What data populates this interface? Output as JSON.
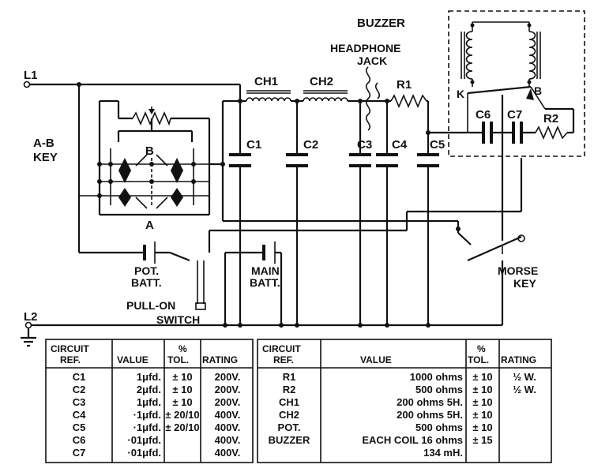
{
  "labels": {
    "l1": "L1",
    "l2": "L2",
    "ab_key_1": "A-B",
    "ab_key_2": "KEY",
    "key_b": "B",
    "key_a": "A",
    "buzzer": "BUZZER",
    "headphone_1": "HEADPHONE",
    "headphone_2": "JACK",
    "ch1": "CH1",
    "ch2": "CH2",
    "r1": "R1",
    "r2": "R2",
    "c1": "C1",
    "c2": "C2",
    "c3": "C3",
    "c4": "C4",
    "c5": "C5",
    "c6": "C6",
    "c7": "C7",
    "buzzer_k": "K",
    "buzzer_b": "B",
    "pot_batt_1": "POT.",
    "pot_batt_2": "BATT.",
    "main_batt_1": "MAIN",
    "main_batt_2": "BATT.",
    "pull_on_1": "PULL-ON",
    "pull_on_2": "SWITCH",
    "morse_1": "MORSE",
    "morse_2": "KEY"
  },
  "table_left": {
    "headers": {
      "ref_1": "CIRCUIT",
      "ref_2": "REF.",
      "value": "VALUE",
      "tol_1": "%",
      "tol_2": "TOL.",
      "rating": "RATING"
    },
    "rows": [
      {
        "ref": "C1",
        "value": "1μfd.",
        "tol": "± 10",
        "rating": "200V."
      },
      {
        "ref": "C2",
        "value": "2μfd.",
        "tol": "± 10",
        "rating": "200V."
      },
      {
        "ref": "C3",
        "value": "1μfd.",
        "tol": "± 10",
        "rating": "200V."
      },
      {
        "ref": "C4",
        "value": "·1μfd.",
        "tol": "± 20/10",
        "rating": "400V."
      },
      {
        "ref": "C5",
        "value": "·1μfd.",
        "tol": "± 20/10",
        "rating": "400V."
      },
      {
        "ref": "C6",
        "value": "·01μfd.",
        "tol": "",
        "rating": "400V."
      },
      {
        "ref": "C7",
        "value": "·01μfd.",
        "tol": "",
        "rating": "400V."
      }
    ]
  },
  "table_right": {
    "headers": {
      "ref_1": "CIRCUIT",
      "ref_2": "REF.",
      "value": "VALUE",
      "tol_1": "%",
      "tol_2": "TOL.",
      "rating": "RATING"
    },
    "rows": [
      {
        "ref": "R1",
        "value": "1000 ohms",
        "tol": "± 10",
        "rating": "½ W."
      },
      {
        "ref": "R2",
        "value": "500 ohms",
        "tol": "± 10",
        "rating": "½ W."
      },
      {
        "ref": "CH1",
        "value": "200 ohms 5H.",
        "tol": "± 10",
        "rating": ""
      },
      {
        "ref": "CH2",
        "value": "200 ohms 5H.",
        "tol": "± 10",
        "rating": ""
      },
      {
        "ref": "POT.",
        "value": "500 ohms",
        "tol": "± 10",
        "rating": ""
      },
      {
        "ref": "BUZZER",
        "value": "EACH COIL 16 ohms",
        "tol": "± 15",
        "rating": ""
      },
      {
        "ref": "",
        "value": "134 mH.",
        "tol": "",
        "rating": ""
      }
    ]
  }
}
